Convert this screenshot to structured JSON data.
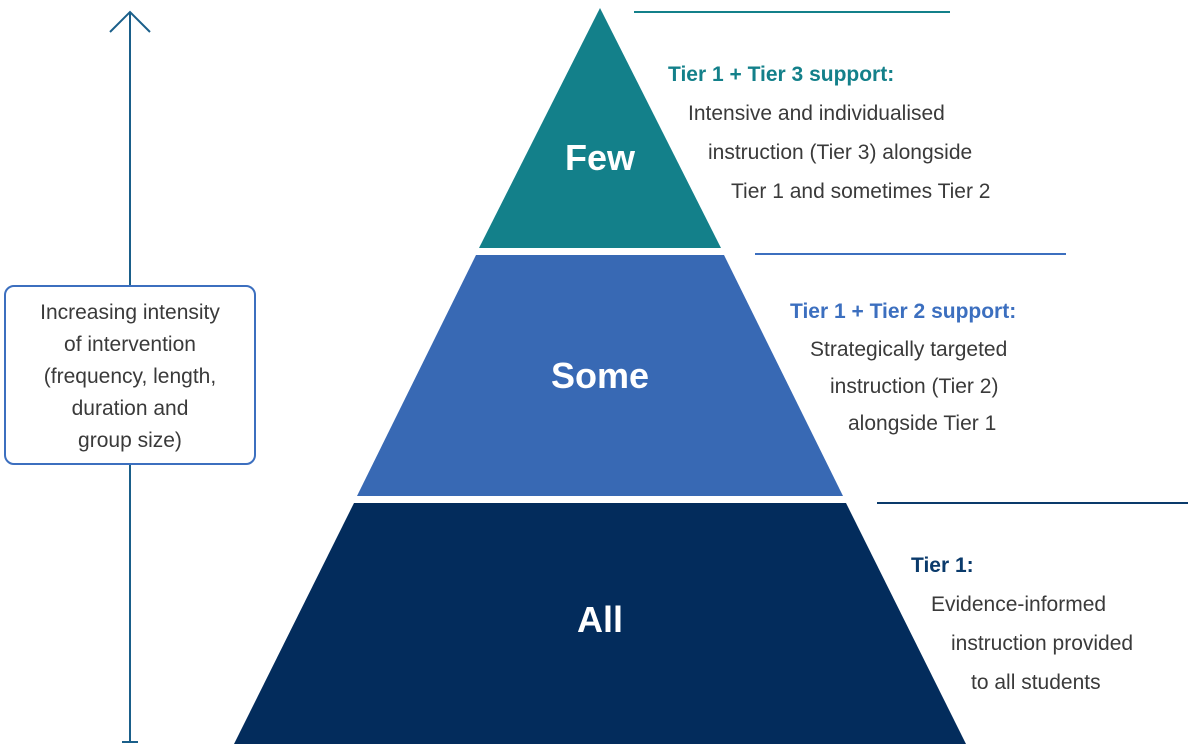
{
  "colors": {
    "few": "#13808a",
    "some": "#3869b4",
    "all": "#032c5c",
    "tier3_heading": "#13808a",
    "tier2_heading": "#3c6fbf",
    "tier1_heading": "#0a3a6b",
    "body_text": "#3a3a3a",
    "arrow": "#1a5f8a"
  },
  "pyramid": {
    "top_label": "Few",
    "middle_label": "Some",
    "bottom_label": "All"
  },
  "intensity": {
    "lines": [
      "Increasing intensity",
      "of intervention",
      "(frequency, length,",
      "duration and",
      "group size)"
    ]
  },
  "tiers": {
    "tier3": {
      "heading": "Tier 1 + Tier 3 support:",
      "lines": [
        "Intensive and individualised",
        "instruction (Tier 3) alongside",
        "Tier 1 and sometimes Tier 2"
      ]
    },
    "tier2": {
      "heading": "Tier 1 + Tier 2 support:",
      "lines": [
        "Strategically targeted",
        "instruction (Tier 2)",
        "alongside Tier 1"
      ]
    },
    "tier1": {
      "heading": "Tier 1:",
      "lines": [
        "Evidence-informed",
        "instruction provided",
        "to all students"
      ]
    }
  }
}
